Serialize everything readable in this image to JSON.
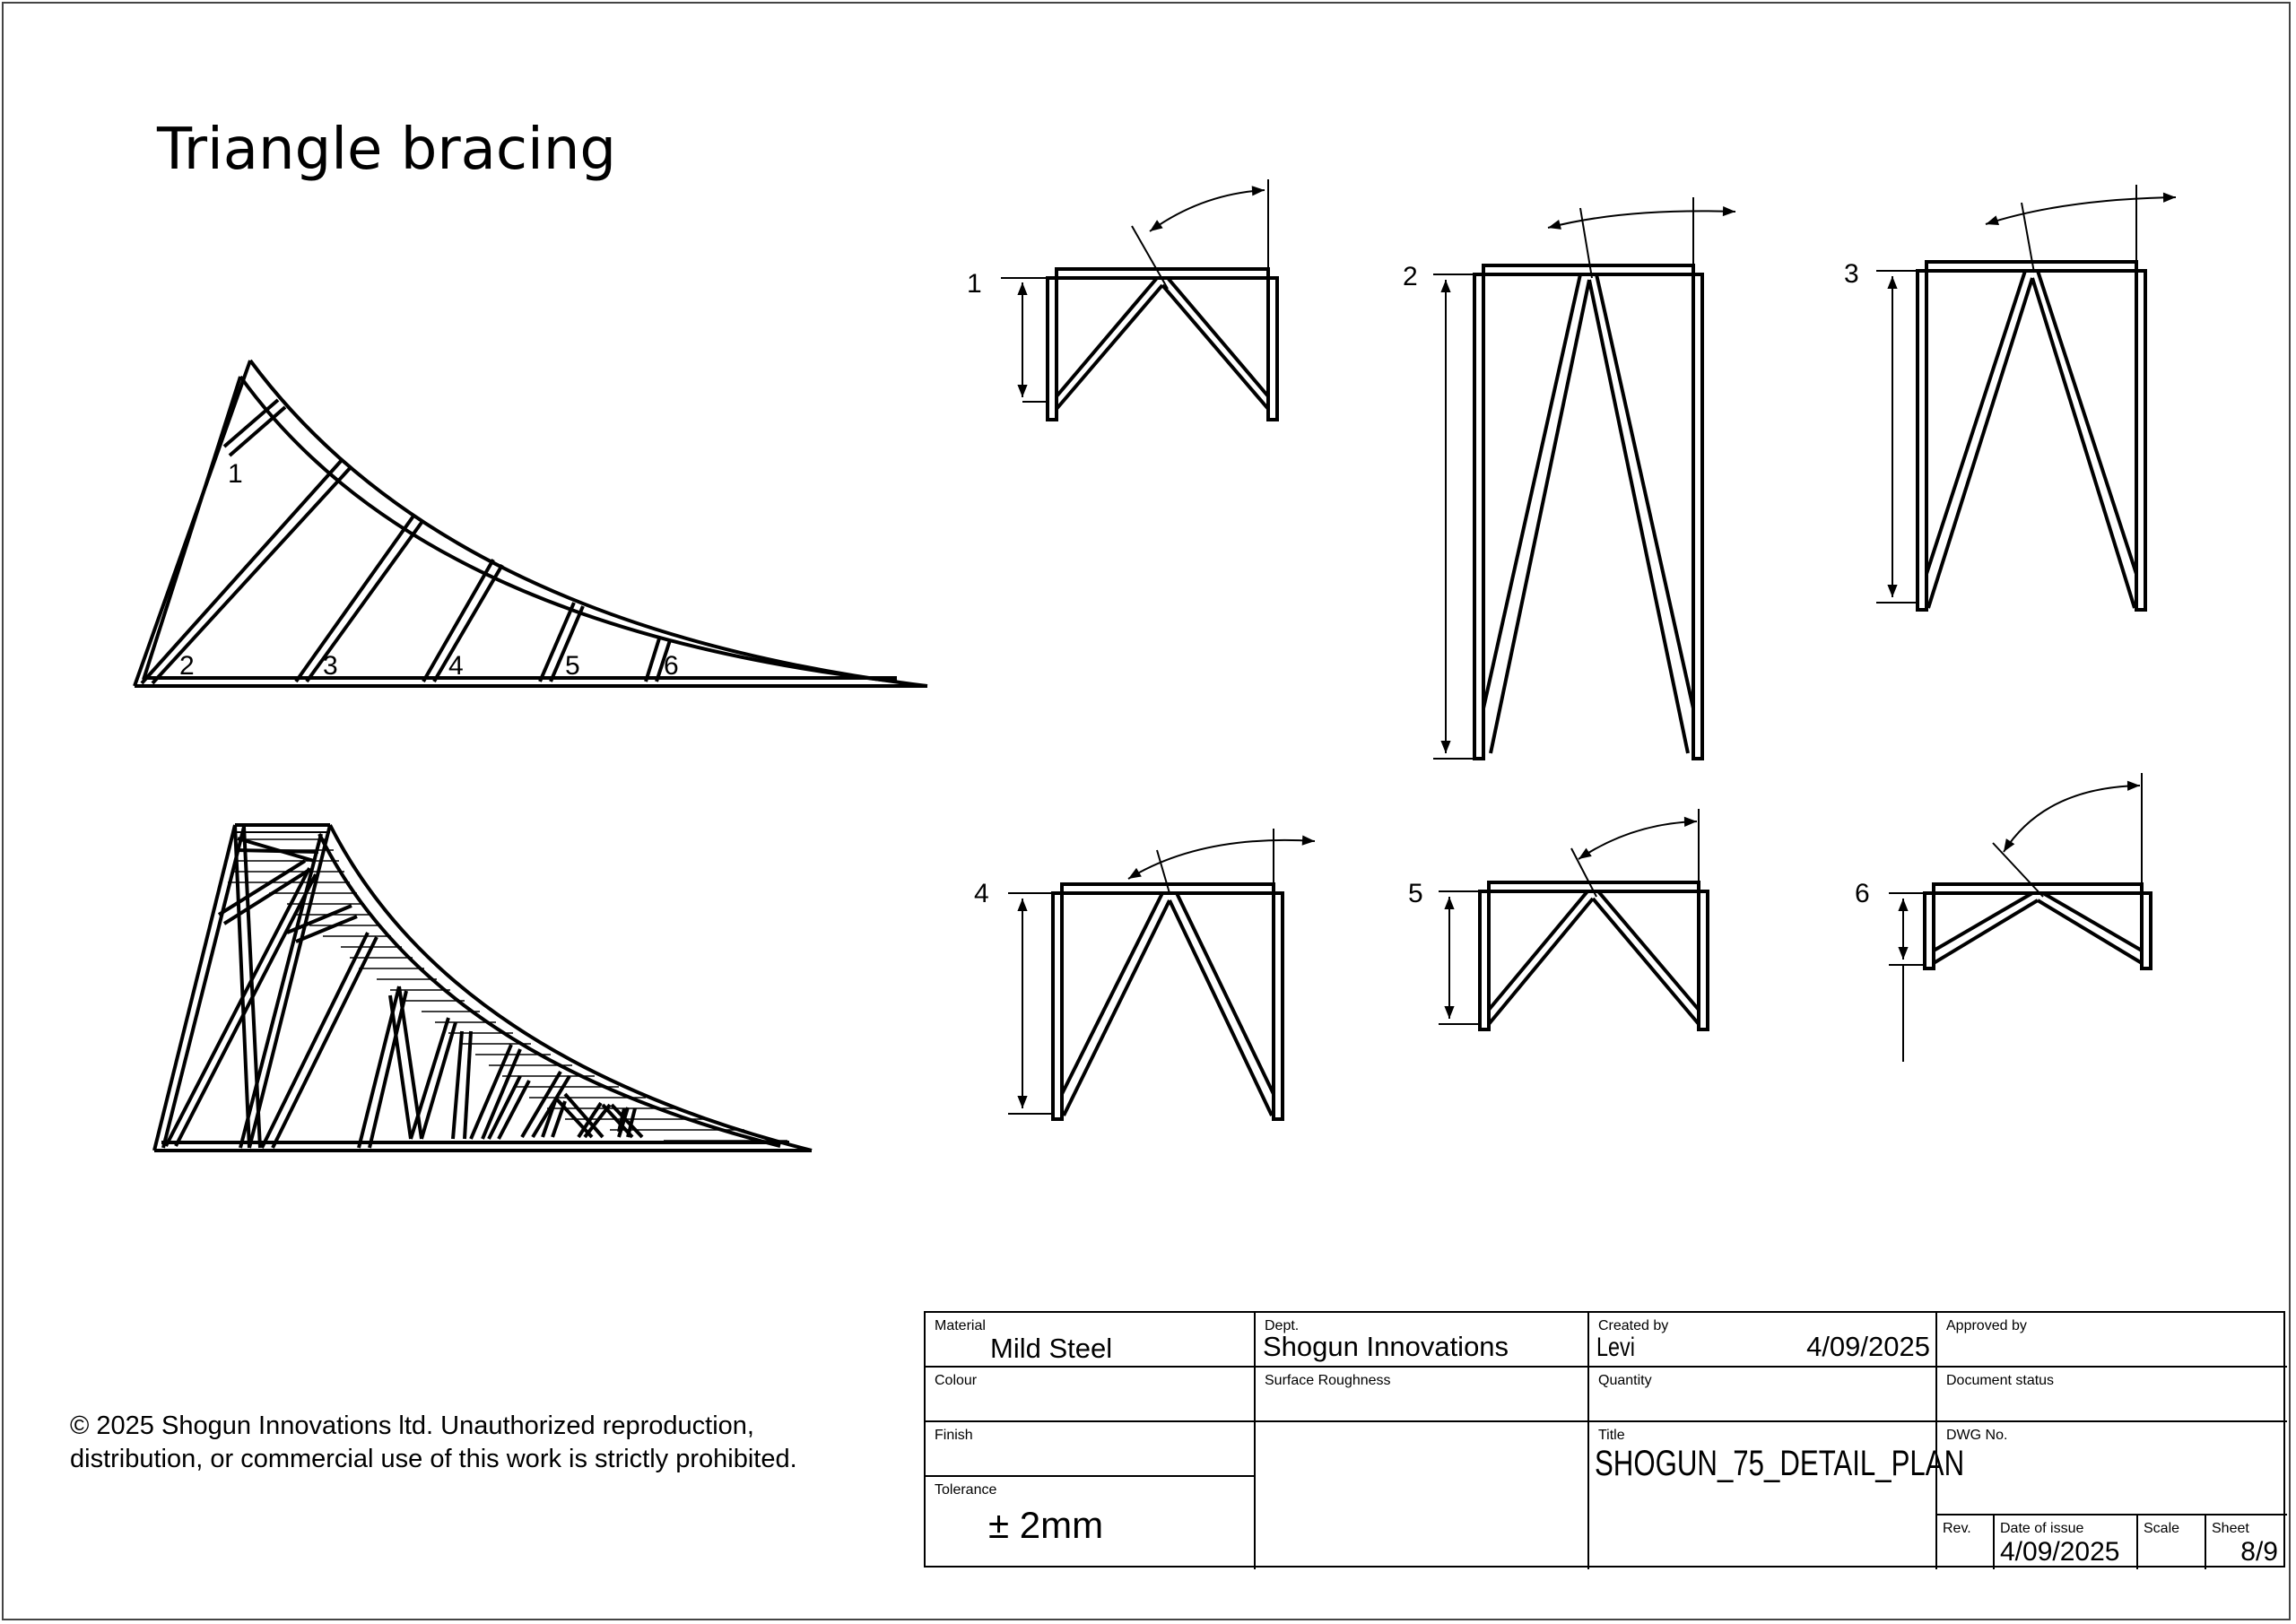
{
  "drawing_title": "Triangle bracing",
  "copyright": "© 2025 Shogun Innovations ltd. Unauthorized reproduction, distribution, or commercial use of this work is strictly prohibited.",
  "callouts": [
    "1",
    "2",
    "3",
    "4",
    "5",
    "6"
  ],
  "detail_labels": [
    "1",
    "2",
    "3",
    "4",
    "5",
    "6"
  ],
  "title_block": {
    "material_label": "Material",
    "material": "Mild Steel",
    "dept_label": "Dept.",
    "dept": "Shogun Innovations",
    "created_by_label": "Created by",
    "created_by": "Levi",
    "created_date": "4/09/2025",
    "approved_by_label": "Approved by",
    "colour_label": "Colour",
    "surface_roughness_label": "Surface Roughness",
    "quantity_label": "Quantity",
    "document_status_label": "Document status",
    "finish_label": "Finish",
    "title_label": "Title",
    "title": "SHOGUN_75_DETAIL_PLAN",
    "dwg_no_label": "DWG No.",
    "tolerance_label": "Tolerance",
    "tolerance": "± 2mm",
    "rev_label": "Rev.",
    "date_of_issue_label": "Date of issue",
    "date_of_issue": "4/09/2025",
    "scale_label": "Scale",
    "sheet_label": "Sheet",
    "sheet": "8/9"
  }
}
